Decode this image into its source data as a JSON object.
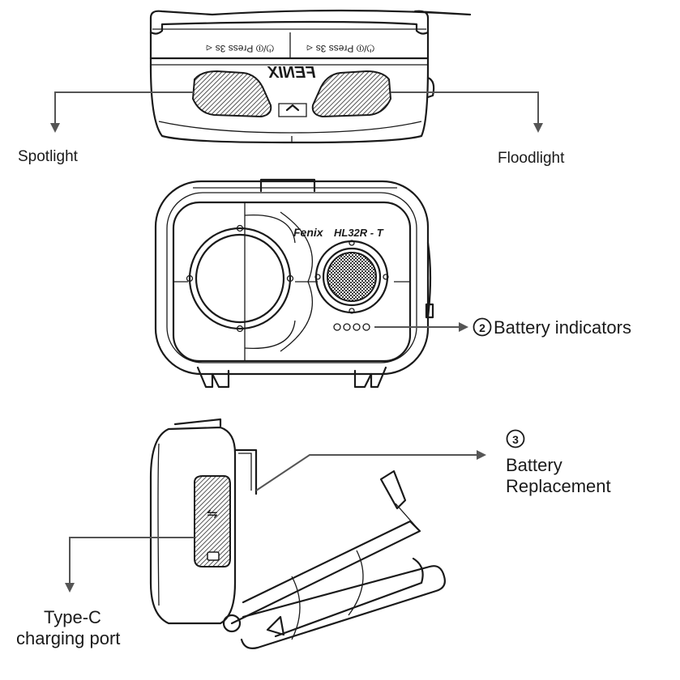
{
  "top_view": {
    "button_left_text": "⏻/⏼ Press 3s ⏿",
    "button_right_text": "⏻/⏼ Press 3s ⏿",
    "brand_mirrored": "FENIX"
  },
  "front_view": {
    "brand": "Fenix",
    "model": "HL32R - T"
  },
  "labels": {
    "spotlight": "Spotlight",
    "floodlight": "Floodlight",
    "battery_indicators_num": "2",
    "battery_indicators": "Battery indicators",
    "battery_replacement_num": "3",
    "battery_replacement_line1": "Battery",
    "battery_replacement_line2": "Replacement",
    "type_c_line1": "Type-C",
    "type_c_line2": "charging port"
  }
}
